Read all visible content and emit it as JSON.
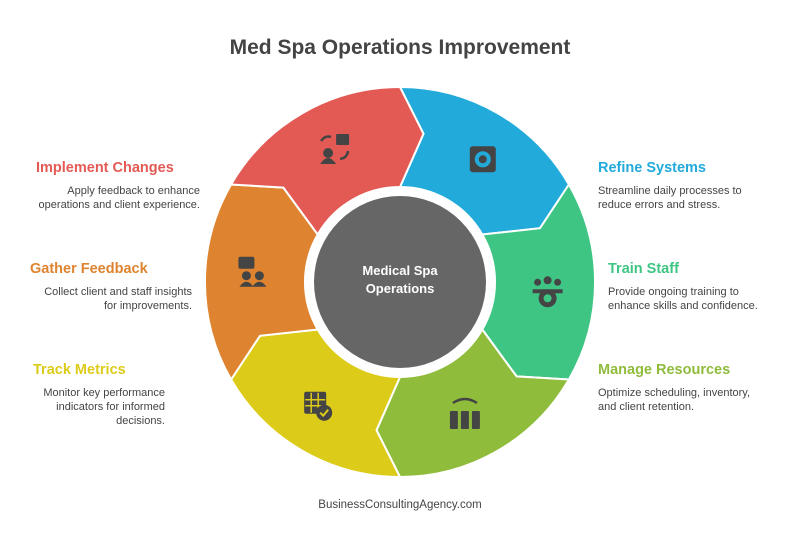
{
  "title": "Med Spa Operations Improvement",
  "center": {
    "line1": "Medical Spa",
    "line2": "Operations"
  },
  "steps": [
    {
      "title": "Refine Systems",
      "desc": "Streamline daily processes to reduce errors and stress.",
      "color": "#22AADB",
      "icon": "chip-gear-icon"
    },
    {
      "title": "Train Staff",
      "desc": "Provide ongoing training to enhance skills and confidence.",
      "color": "#3EC584",
      "icon": "team-gear-icon"
    },
    {
      "title": "Manage Resources",
      "desc": "Optimize scheduling, inventory, and client retention.",
      "color": "#90BC3C",
      "icon": "resource-exchange-icon"
    },
    {
      "title": "Track Metrics",
      "desc": "Monitor key performance indicators for informed decisions.",
      "color": "#DDCB1A",
      "icon": "table-check-icon"
    },
    {
      "title": "Gather Feedback",
      "desc": "Collect client and staff insights for improvements.",
      "color": "#DE832F",
      "icon": "feedback-people-icon"
    },
    {
      "title": "Implement Changes",
      "desc": "Apply feedback to enhance operations and client experience.",
      "color": "#E35A55",
      "icon": "change-presentation-icon"
    }
  ],
  "footer": "BusinessConsultingAgency.com"
}
